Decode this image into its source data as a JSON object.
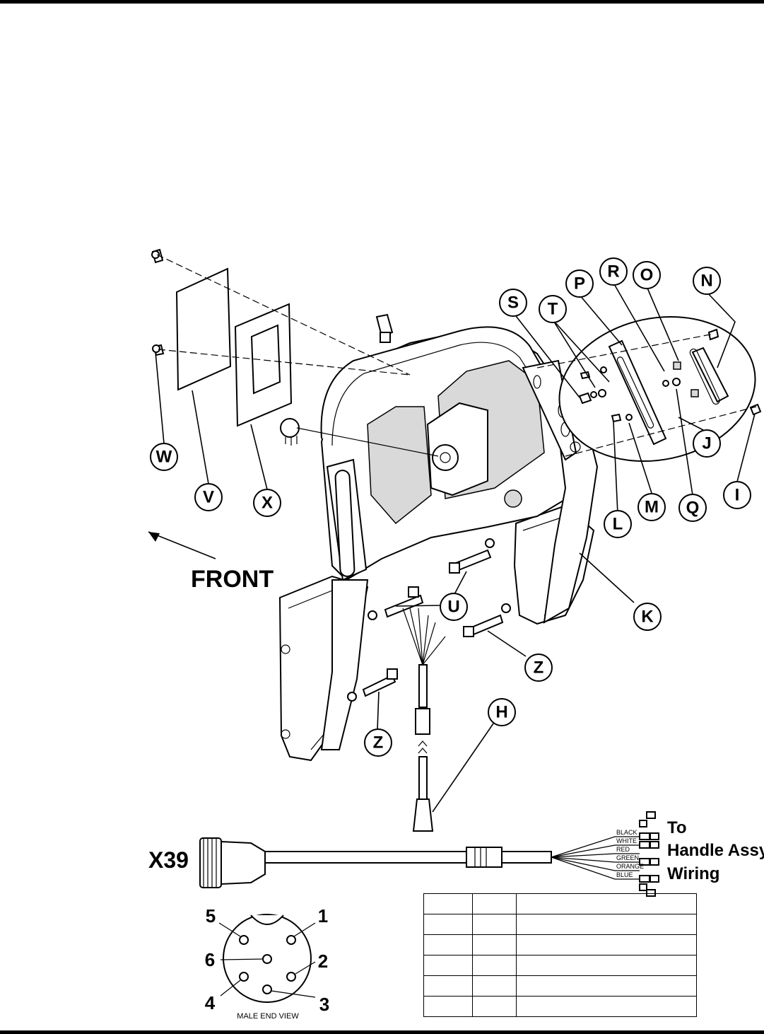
{
  "callouts": [
    "S",
    "T",
    "P",
    "R",
    "O",
    "N",
    "W",
    "V",
    "X",
    "J",
    "I",
    "L",
    "M",
    "Q",
    "K",
    "U",
    "Z",
    "Z",
    "H"
  ],
  "front_label": "FRONT",
  "connector_label": "X39",
  "to_label": [
    "To",
    "Handle Assy",
    "Wiring"
  ],
  "wire_colors": [
    "BLACK",
    "WHITE",
    "RED",
    "GREEN",
    "ORANGE",
    "BLUE"
  ],
  "pins": [
    "1",
    "2",
    "3",
    "4",
    "5",
    "6"
  ],
  "male_end_caption": "MALE END VIEW",
  "pin_table_rows": 6
}
